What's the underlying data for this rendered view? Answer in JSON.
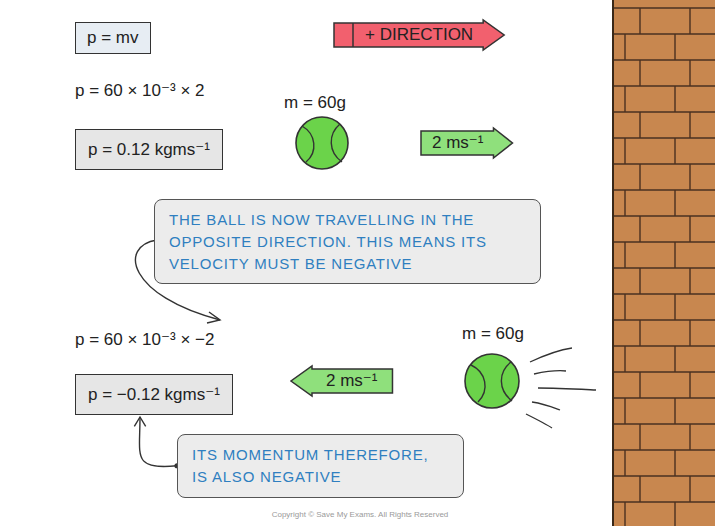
{
  "diagram": {
    "nodes": [
      {
        "text": [
          "p = mv"
        ]
      },
      {
        "text": [
          "+ DIRECTION"
        ]
      },
      {
        "text": [
          "p = 0.12 kgms⁻¹"
        ]
      },
      {
        "text": [
          "2 ms⁻¹"
        ]
      },
      {
        "text": [
          "THE BALL IS NOW TRAVELLING IN THE OPPOSITE DIRECTION. THIS MEANS ITS VELOCITY MUST BE NEGATIVE"
        ]
      },
      {
        "text": [
          "p = −0.12 kgms⁻¹"
        ]
      },
      {
        "text": [
          "2 ms⁻¹"
        ]
      },
      {
        "text": [
          "ITS MOMENTUM THEREFORE, IS ALSO NEGATIVE"
        ]
      }
    ],
    "edges": [
      {
        "from": 7,
        "to": 5,
        "arrow": "to"
      }
    ],
    "labels": [
      "p = 60 × 10⁻³ × 2",
      "m = 60g",
      "p = 60 × 10⁻³ × −2",
      "m = 60g",
      "Copyright © Save My Exams. All Rights Reserved"
    ]
  }
}
